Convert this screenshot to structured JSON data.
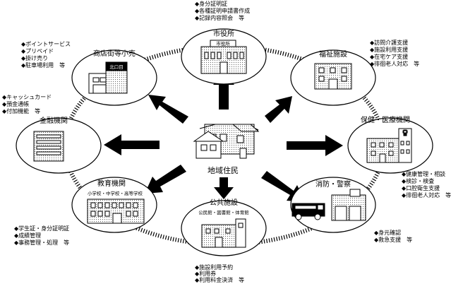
{
  "center": {
    "label": "地域住民"
  },
  "nodes": {
    "city_hall": {
      "label": "市役所",
      "sign": "市役所"
    },
    "welfare": {
      "label": "福祉施設"
    },
    "health": {
      "label": "保健・医療機関"
    },
    "fire_police": {
      "label": "消防・警察"
    },
    "public": {
      "label": "公共施設",
      "sub": "公民館・図書館・体育館"
    },
    "education": {
      "label": "教育機関",
      "sub": "小学校・中学校・高等学校"
    },
    "finance": {
      "label": "金融機関"
    },
    "shops": {
      "label": "商店街等小売",
      "sign": "北口目"
    }
  },
  "notes": {
    "city_hall": [
      "◆身分証明証",
      "◆各種証明申請書作成",
      "◆記録内容照会　等"
    ],
    "welfare": [
      "◆訪問介護支援",
      "◆施設利用支援",
      "◆在宅ケア支援",
      "◆徘徊老人対応　等"
    ],
    "health": [
      "◆健康管理・相談",
      "◆検診・検査",
      "◆口腔衛生支援",
      "◆徘徊老人対応　等"
    ],
    "fire_police": [
      "◆身元確認",
      "◆救急支援　等"
    ],
    "public": [
      "◆施設利用予約",
      "◆利用券",
      "◆利用料金決済　等"
    ],
    "education": [
      "◆学生証・身分証明証",
      "◆成績管理",
      "◆事務管理・処理　等"
    ],
    "finance": [
      "◆キャッシュカード",
      "◆預金通帳",
      "◆付加機能　等"
    ],
    "shops": [
      "◆ポイントサービス",
      "◆プリペイド",
      "◆掛け売り",
      "◆駐車場利用　等"
    ]
  }
}
